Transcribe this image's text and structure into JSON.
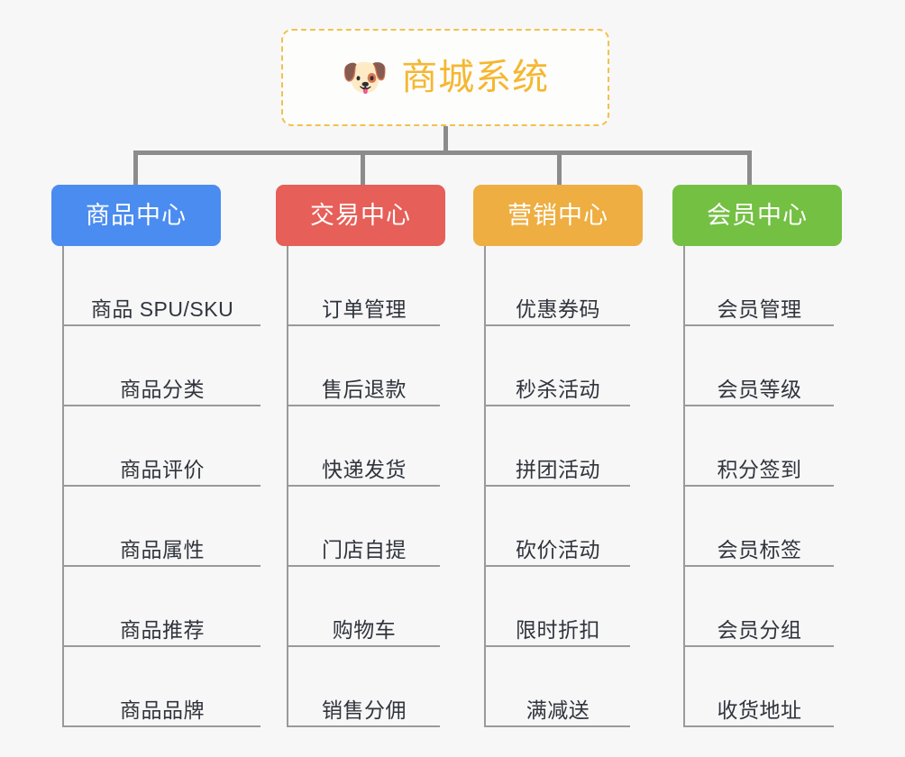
{
  "page": {
    "background_color": "#f7f7f7",
    "title": "商城系统"
  },
  "root": {
    "icon": "shiba-dog-face-emoji",
    "emoji": "🐶",
    "label": "商城系统",
    "text_color": "#f5b731",
    "border_color": "#f2c14e",
    "background_color": "#fdfdfc",
    "border_style": "dashed"
  },
  "connector": {
    "color": "#8c8c8c"
  },
  "branches": [
    {
      "label": "商品中心",
      "color": "#4a8cf0",
      "items": [
        {
          "label": "商品 SPU/SKU"
        },
        {
          "label": "商品分类"
        },
        {
          "label": "商品评价"
        },
        {
          "label": "商品属性"
        },
        {
          "label": "商品推荐"
        },
        {
          "label": "商品品牌"
        }
      ]
    },
    {
      "label": "交易中心",
      "color": "#e65f58",
      "items": [
        {
          "label": "订单管理"
        },
        {
          "label": "售后退款"
        },
        {
          "label": "快递发货"
        },
        {
          "label": "门店自提"
        },
        {
          "label": "购物车"
        },
        {
          "label": "销售分佣"
        }
      ]
    },
    {
      "label": "营销中心",
      "color": "#eeae42",
      "items": [
        {
          "label": "优惠券码"
        },
        {
          "label": "秒杀活动"
        },
        {
          "label": "拼团活动"
        },
        {
          "label": "砍价活动"
        },
        {
          "label": "限时折扣"
        },
        {
          "label": "满减送"
        }
      ]
    },
    {
      "label": "会员中心",
      "color": "#74c043",
      "items": [
        {
          "label": "会员管理"
        },
        {
          "label": "会员等级"
        },
        {
          "label": "积分签到"
        },
        {
          "label": "会员标签"
        },
        {
          "label": "会员分组"
        },
        {
          "label": "收货地址"
        }
      ]
    }
  ]
}
